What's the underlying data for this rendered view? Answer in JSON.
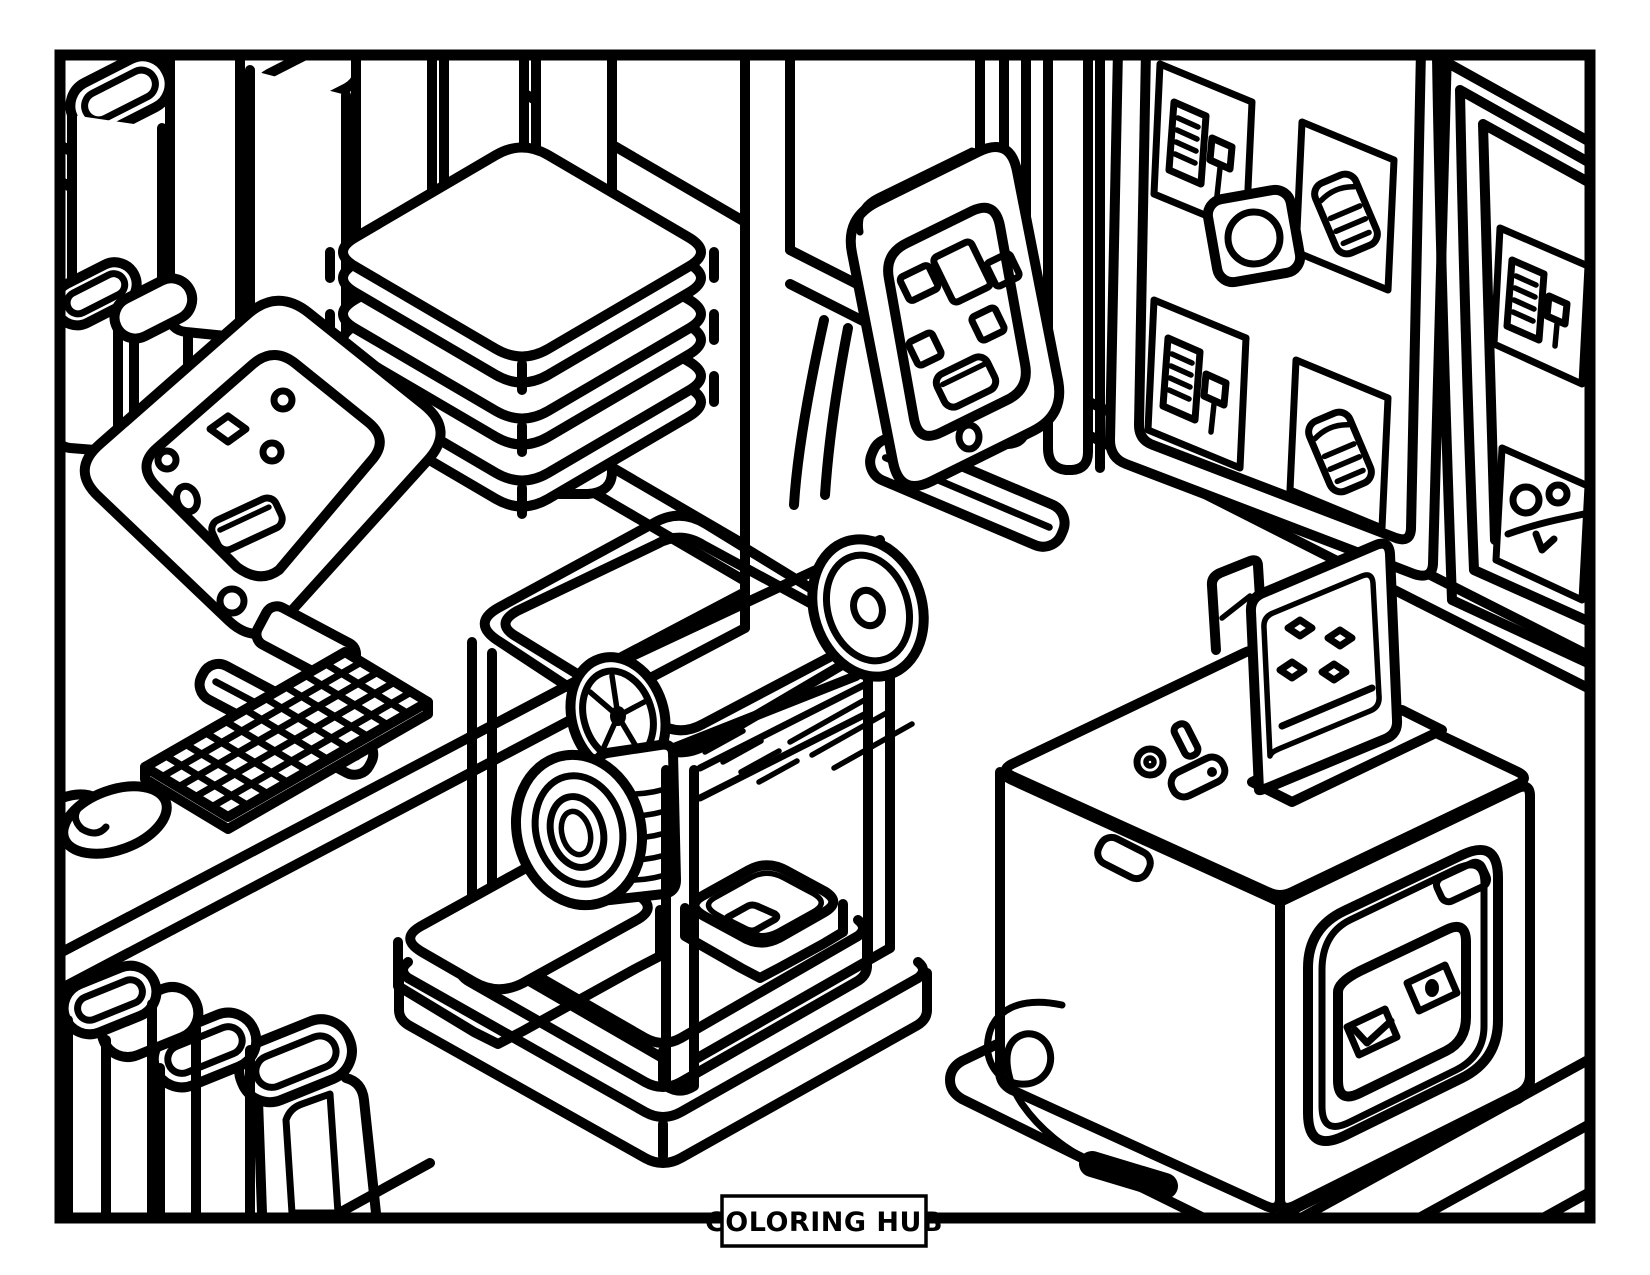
{
  "page": {
    "background": "#ffffff",
    "ink": "#000000",
    "type": "coloring-page"
  },
  "footer": {
    "brand_label": "COLORING HUB"
  },
  "scene": {
    "description": "Isometric line-art coloring page of a technology workspace corner",
    "objects": [
      "shelf-books-top-left",
      "lower-shelf-books",
      "stacked-device-slabs",
      "desktop-monitor-with-face-icons",
      "iso-keyboard",
      "mouse-with-cable",
      "standing-tablet-with-kickstand",
      "wall-organizer-panel-with-document-tiles",
      "circle-badge",
      "wall-poster-frame-with-cards",
      "tall-books-by-wall",
      "3d-printer-in-open-frame",
      "filament-spool",
      "lens-stack",
      "build-tray-with-chip",
      "card-printer-machine",
      "printed-card-with-face-icons",
      "power-cable-with-plug",
      "floor-books-bottom-left",
      "floor-lines"
    ]
  }
}
